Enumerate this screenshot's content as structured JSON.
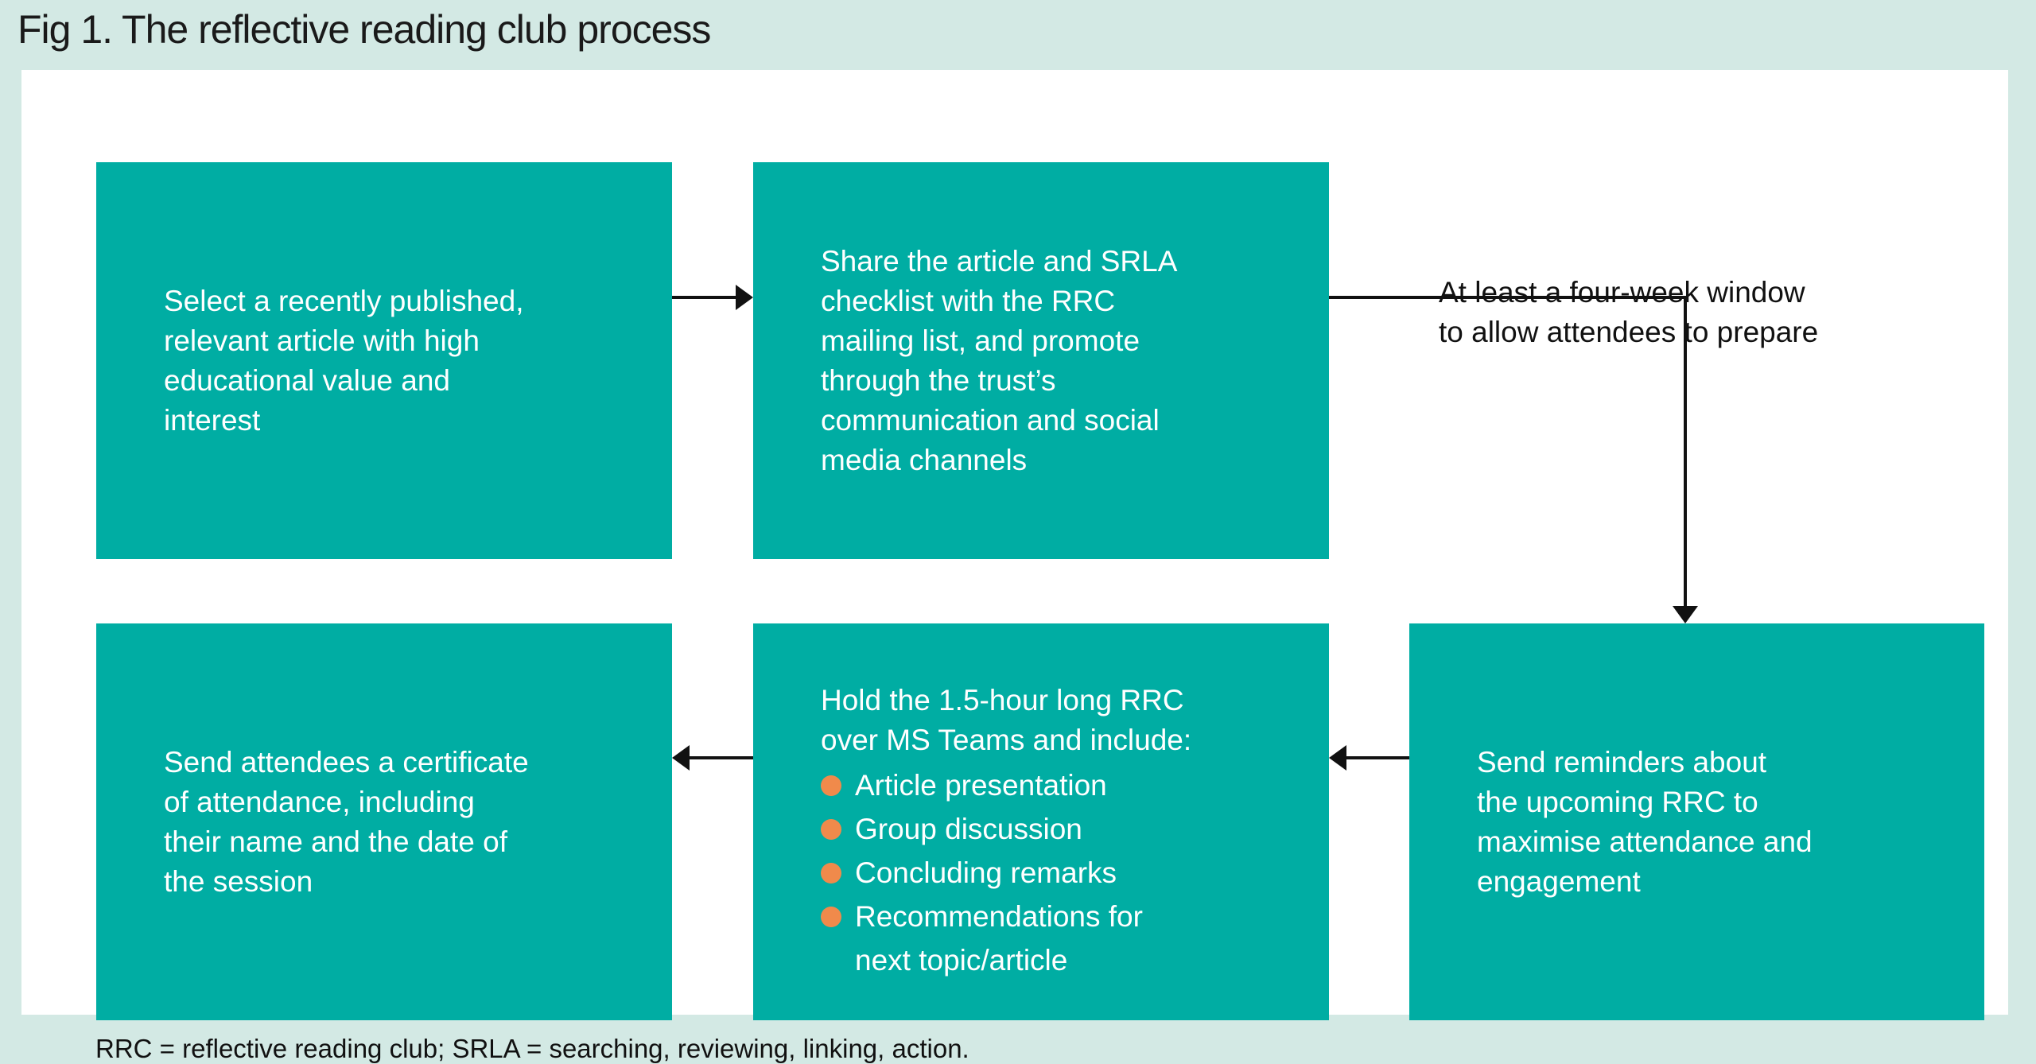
{
  "title": "Fig 1. The reflective reading club process",
  "steps": [
    {
      "text": "Select a recently published,\nrelevant article with high\neducational value and\ninterest"
    },
    {
      "text": "Share the article and SRLA\nchecklist with the RRC\nmailing list, and promote\nthrough the trust’s\ncommunication and social\nmedia channels"
    },
    {
      "text": "Send reminders about\nthe upcoming RRC to\nmaximise attendance and\nengagement"
    },
    {
      "text": "Hold the 1.5-hour long RRC\nover MS Teams and include:",
      "bullets": [
        "Article presentation",
        "Group discussion",
        "Concluding remarks",
        "Recommendations for\nnext topic/article"
      ]
    },
    {
      "text": "Send attendees a certificate\nof attendance, including\ntheir name and the date of\nthe session"
    }
  ],
  "connector_note": "At least a four-week window\nto allow attendees to prepare",
  "footnote": "RRC = reflective reading club; SRLA = searching, reviewing, linking, action.",
  "colors": {
    "background": "#d3e9e4",
    "box": "#00ada3",
    "bullet": "#f08a4b",
    "arrow": "#111111"
  }
}
